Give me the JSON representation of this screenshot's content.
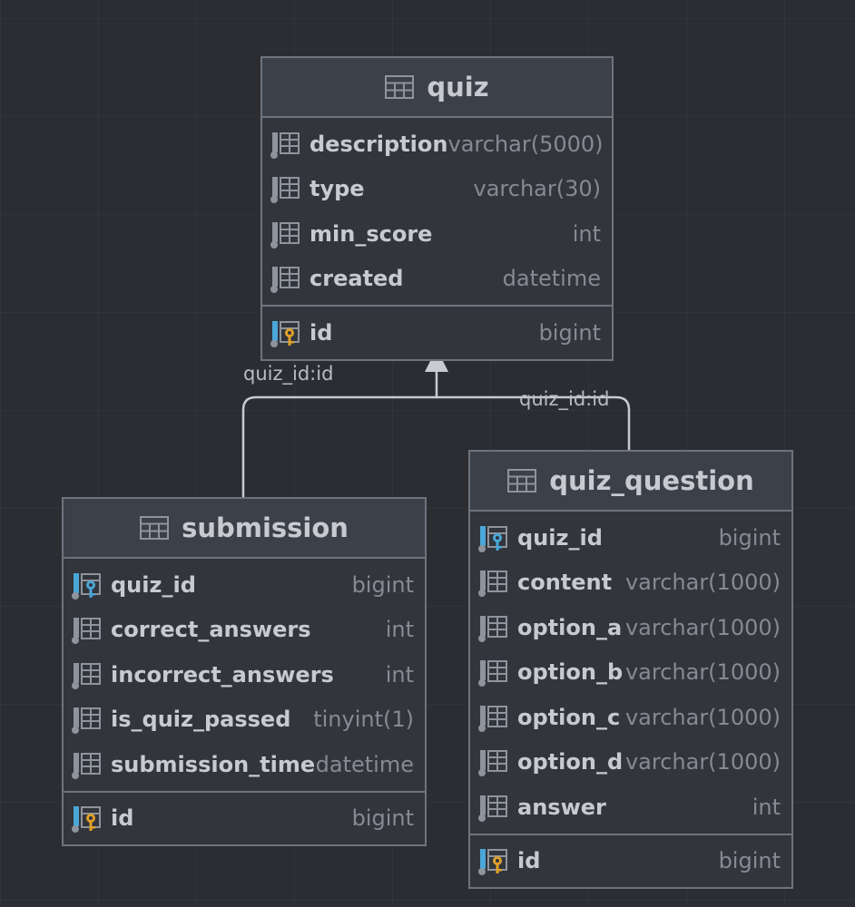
{
  "colors": {
    "background": "#2b2d33",
    "table_fill": "#32353c",
    "header_fill": "#3c4048",
    "border": "#6e737c",
    "fk_key": "#4aa7d8",
    "pk_key": "#e0a12a"
  },
  "relations": [
    {
      "label": "quiz_id:id",
      "from": "submission",
      "to": "quiz"
    },
    {
      "label": "quiz_id:id",
      "from": "quiz_question",
      "to": "quiz"
    }
  ],
  "tables": {
    "quiz": {
      "name": "quiz",
      "columns": [
        {
          "name": "description",
          "type": "varchar(5000)",
          "icon": "column-icon"
        },
        {
          "name": "type",
          "type": "varchar(30)",
          "icon": "column-icon"
        },
        {
          "name": "min_score",
          "type": "int",
          "icon": "column-icon"
        },
        {
          "name": "created",
          "type": "datetime",
          "icon": "column-icon"
        }
      ],
      "primary_key": {
        "name": "id",
        "type": "bigint",
        "icon": "primary-key-icon"
      }
    },
    "submission": {
      "name": "submission",
      "columns": [
        {
          "name": "quiz_id",
          "type": "bigint",
          "icon": "foreign-key-icon"
        },
        {
          "name": "correct_answers",
          "type": "int",
          "icon": "column-icon"
        },
        {
          "name": "incorrect_answers",
          "type": "int",
          "icon": "column-icon"
        },
        {
          "name": "is_quiz_passed",
          "type": "tinyint(1)",
          "icon": "column-icon"
        },
        {
          "name": "submission_time",
          "type": "datetime",
          "icon": "column-icon"
        }
      ],
      "primary_key": {
        "name": "id",
        "type": "bigint",
        "icon": "primary-key-icon"
      }
    },
    "quiz_question": {
      "name": "quiz_question",
      "columns": [
        {
          "name": "quiz_id",
          "type": "bigint",
          "icon": "foreign-key-icon"
        },
        {
          "name": "content",
          "type": "varchar(1000)",
          "icon": "column-icon"
        },
        {
          "name": "option_a",
          "type": "varchar(1000)",
          "icon": "column-icon"
        },
        {
          "name": "option_b",
          "type": "varchar(1000)",
          "icon": "column-icon"
        },
        {
          "name": "option_c",
          "type": "varchar(1000)",
          "icon": "column-icon"
        },
        {
          "name": "option_d",
          "type": "varchar(1000)",
          "icon": "column-icon"
        },
        {
          "name": "answer",
          "type": "int",
          "icon": "column-icon"
        }
      ],
      "primary_key": {
        "name": "id",
        "type": "bigint",
        "icon": "primary-key-icon"
      }
    }
  }
}
